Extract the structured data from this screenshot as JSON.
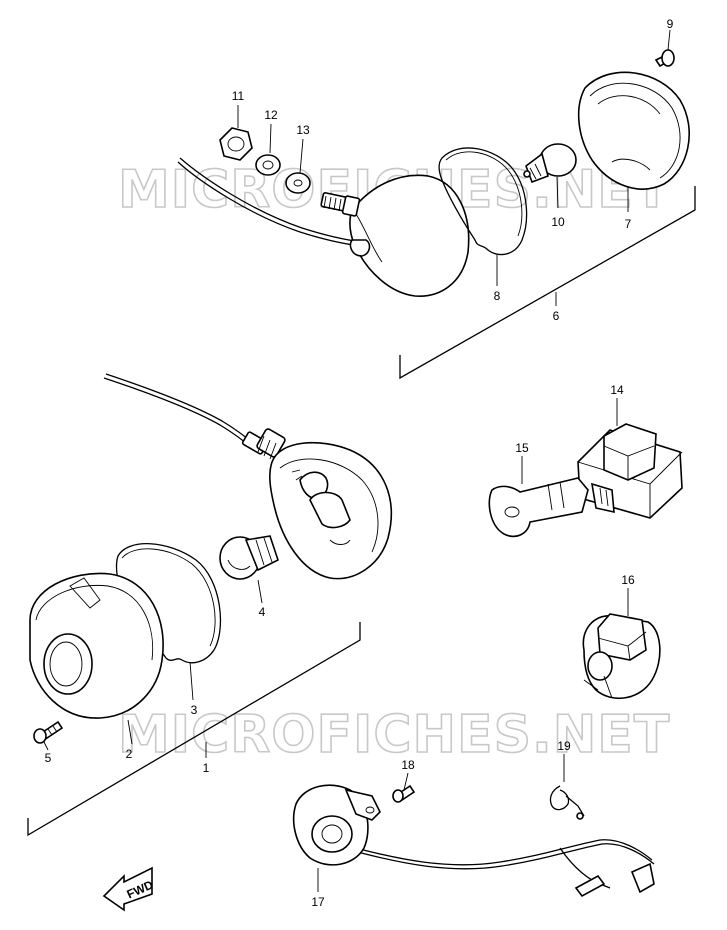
{
  "watermarks": [
    "MICROFICHES.NET",
    "MICROFICHES.NET"
  ],
  "fwd_label": "FWD",
  "callouts": [
    "1",
    "2",
    "3",
    "4",
    "5",
    "6",
    "7",
    "8",
    "9",
    "10",
    "11",
    "12",
    "13",
    "14",
    "15",
    "16",
    "17",
    "18",
    "19"
  ]
}
